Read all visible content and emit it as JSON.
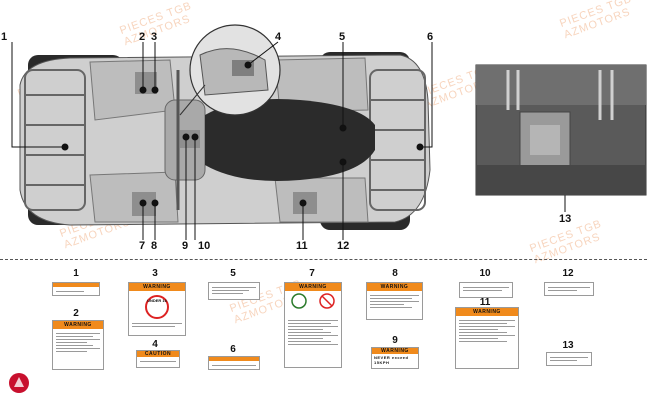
{
  "watermark": {
    "line1": "PIECES TGB",
    "line2": "AZMOTORS"
  },
  "callouts_top": [
    "1",
    "2",
    "3",
    "4",
    "5",
    "6",
    "7",
    "8",
    "9",
    "10",
    "11",
    "12",
    "13"
  ],
  "labels": [
    {
      "num": "1",
      "warning_text": ""
    },
    {
      "num": "2",
      "warning_text": "WARNING"
    },
    {
      "num": "3",
      "warning_text": "WARNING",
      "badge": "UNDER 16"
    },
    {
      "num": "4",
      "warning_text": "CAUTION"
    },
    {
      "num": "5",
      "warning_text": ""
    },
    {
      "num": "6",
      "warning_text": ""
    },
    {
      "num": "7",
      "warning_text": "WARNING"
    },
    {
      "num": "8",
      "warning_text": "WARNING"
    },
    {
      "num": "9",
      "warning_text": "WARNING",
      "sub": "NEVER exceed 15KPH"
    },
    {
      "num": "10",
      "warning_text": ""
    },
    {
      "num": "11",
      "warning_text": "WARNING"
    },
    {
      "num": "12",
      "warning_text": ""
    },
    {
      "num": "13",
      "warning_text": ""
    }
  ],
  "colors": {
    "warning_orange": "#f08a1c",
    "watermark": "#f2b38a",
    "logo_red": "#c8102e"
  }
}
